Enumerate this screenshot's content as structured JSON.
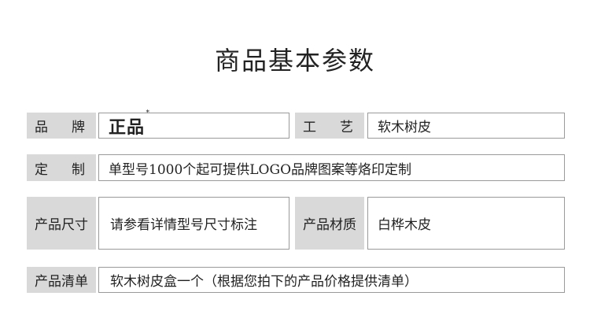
{
  "title": "商品基本参数",
  "rows": {
    "brand": {
      "label_chars": [
        "品",
        "牌"
      ],
      "value": "正品",
      "mark": "*"
    },
    "craft": {
      "label_chars": [
        "工",
        "艺"
      ],
      "value": "软木树皮"
    },
    "custom": {
      "label_chars": [
        "定",
        "制"
      ],
      "value": "单型号1000个起可提供LOGO品牌图案等烙印定制"
    },
    "size": {
      "label": "产品尺寸",
      "value": "请参看详情型号尺寸标注"
    },
    "material": {
      "label": "产品材质",
      "value": "白桦木皮"
    },
    "list": {
      "label": "产品清单",
      "value": "软木树皮盒一个（根据您拍下的产品价格提供清单）"
    }
  },
  "colors": {
    "label_bg": "#d9d9d9",
    "border": "#9a9a9a",
    "text": "#222222"
  }
}
